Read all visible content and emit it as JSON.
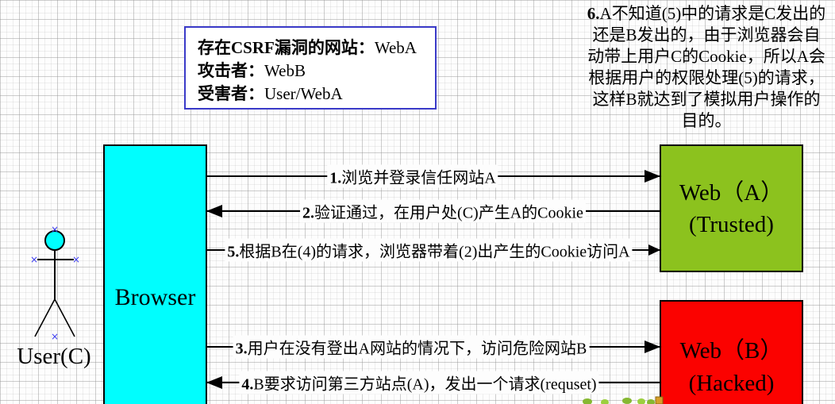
{
  "note": {
    "num": "6.",
    "text": "A不知道(5)中的请求是C发出的\n还是B发出的，由于浏览器会自\n动带上用户C的Cookie，所以A会\n根据用户的权限处理(5)的请求，\n这样B就达到了模拟用户操作的\n目的。"
  },
  "info_box": {
    "lines": [
      {
        "label": "存在CSRF漏洞的网站：",
        "value": "WebA"
      },
      {
        "label": "攻击者：",
        "value": "WebB"
      },
      {
        "label": "受害者：",
        "value": "User/WebA"
      }
    ]
  },
  "nodes": {
    "user": {
      "label": "User(C)"
    },
    "browser": {
      "label": "Browser"
    },
    "web_a": {
      "line1": "Web（A）",
      "line2": "(Trusted)"
    },
    "web_b": {
      "line1": "Web（B）",
      "line2": "(Hacked)"
    }
  },
  "arrows": [
    {
      "num": "1.",
      "text": "浏览并登录信任网站A",
      "direction": "right"
    },
    {
      "num": "2.",
      "text": "验证通过，在用户处(C)产生A的Cookie",
      "direction": "left"
    },
    {
      "num": "3.",
      "text": "用户在没有登出A网站的情况下，访问危险网站B",
      "direction": "right"
    },
    {
      "num": "4.",
      "text": "B要求访问第三方站点(A)，发出一个请求(requset)",
      "direction": "left"
    },
    {
      "num": "5.",
      "text": "根据B在(4)的请求，浏览器带着(2)出产生的Cookie访问A",
      "direction": "right"
    }
  ],
  "colors": {
    "browser_fill": "#00fefe",
    "web_a_fill": "#8cc21e",
    "web_b_fill": "#fb0200",
    "info_border": "#3a3ac8",
    "handle_marks": "#3c3cf0",
    "corner_handle": "#d79e2a",
    "grass": "#86b832"
  }
}
